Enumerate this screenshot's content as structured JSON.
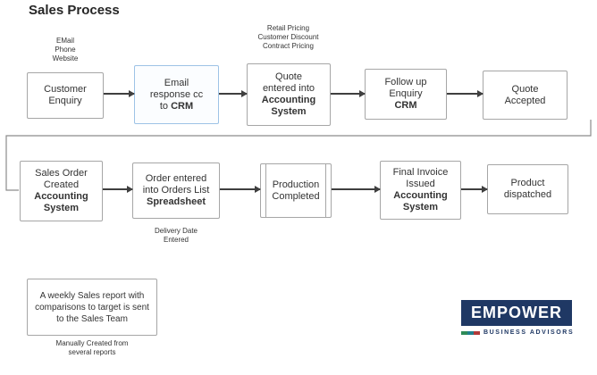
{
  "title": "Sales Process",
  "colors": {
    "box_border": "#a6a6a6",
    "highlight_box_border": "#9dc3e6",
    "arrow": "#3f3f3f",
    "logo_navy": "#1f3864"
  },
  "annotations": {
    "enquiry_sources": "EMail\nPhone\nWebsite",
    "pricing": "Retail Pricing\nCustomer Discount\nContract Pricing",
    "delivery": "Delivery Date\nEntered",
    "weekly_report_note": "Manually Created from\nseveral reports"
  },
  "flow": {
    "row1": [
      {
        "text": "Customer\nEnquiry",
        "bold": ""
      },
      {
        "text": "Email\nresponse cc\nto ",
        "bold": "CRM"
      },
      {
        "text": "Quote\nentered into\n",
        "bold": "Accounting\nSystem"
      },
      {
        "text": "Follow up\nEnquiry\n",
        "bold": "CRM"
      },
      {
        "text": "Quote\nAccepted",
        "bold": ""
      }
    ],
    "row2": [
      {
        "text": "Sales Order\nCreated\n",
        "bold": "Accounting\nSystem"
      },
      {
        "text": "Order entered\ninto Orders List\n",
        "bold": "Spreadsheet"
      },
      {
        "text": "Production\nCompleted",
        "bold": ""
      },
      {
        "text": "Final Invoice\nIssued\n",
        "bold": "Accounting\nSystem"
      },
      {
        "text": "Product\ndispatched",
        "bold": ""
      }
    ],
    "report_box": "A weekly Sales report with comparisons to target is sent to the Sales Team"
  },
  "logo": {
    "name": "EMPOWER",
    "tagline": "BUSINESS ADVISORS"
  }
}
